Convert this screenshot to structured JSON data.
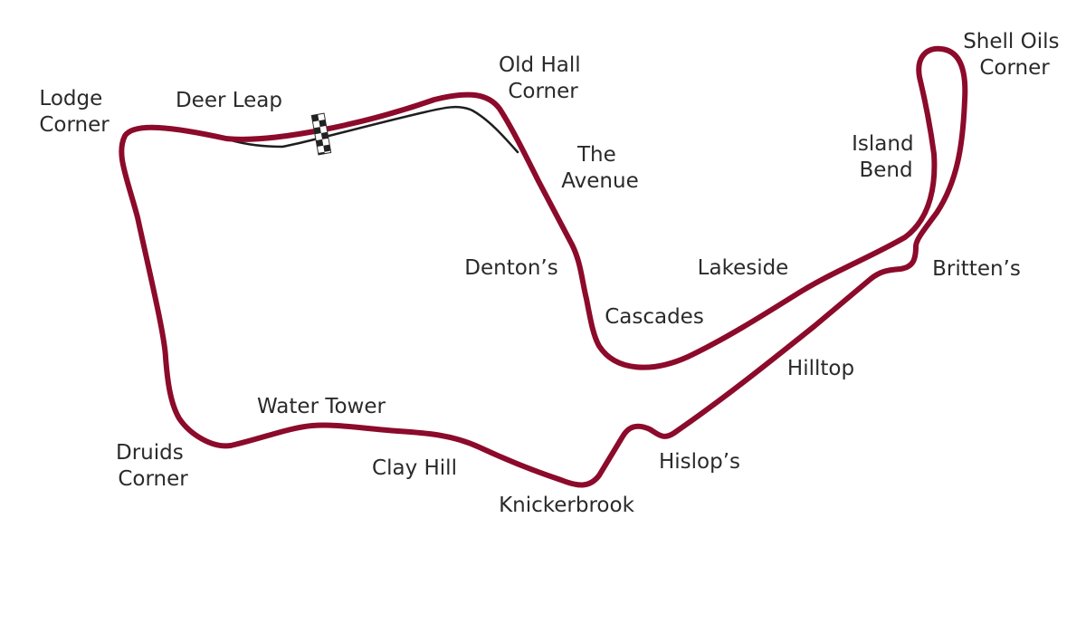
{
  "map": {
    "track_color": "#8c0a2a",
    "alt_line_color": "#1e1e1e",
    "finish_flag_icon": "checkered-flag-icon",
    "labels": {
      "shell_oils_corner": [
        "Shell Oils",
        "Corner"
      ],
      "old_hall_corner": [
        "Old Hall",
        "Corner"
      ],
      "lodge_corner": [
        "Lodge",
        "Corner"
      ],
      "deer_leap": [
        "Deer Leap"
      ],
      "the_avenue": [
        "The",
        "Avenue"
      ],
      "island_bend": [
        "Island",
        "Bend"
      ],
      "dentons": [
        "Denton’s"
      ],
      "lakeside": [
        "Lakeside"
      ],
      "brittens": [
        "Britten’s"
      ],
      "cascades": [
        "Cascades"
      ],
      "hilltop": [
        "Hilltop"
      ],
      "water_tower": [
        "Water Tower"
      ],
      "druids_corner": [
        "Druids",
        "Corner"
      ],
      "clay_hill": [
        "Clay Hill"
      ],
      "hislops": [
        "Hislop’s"
      ],
      "knickerbrook": [
        "Knickerbrook"
      ]
    }
  }
}
